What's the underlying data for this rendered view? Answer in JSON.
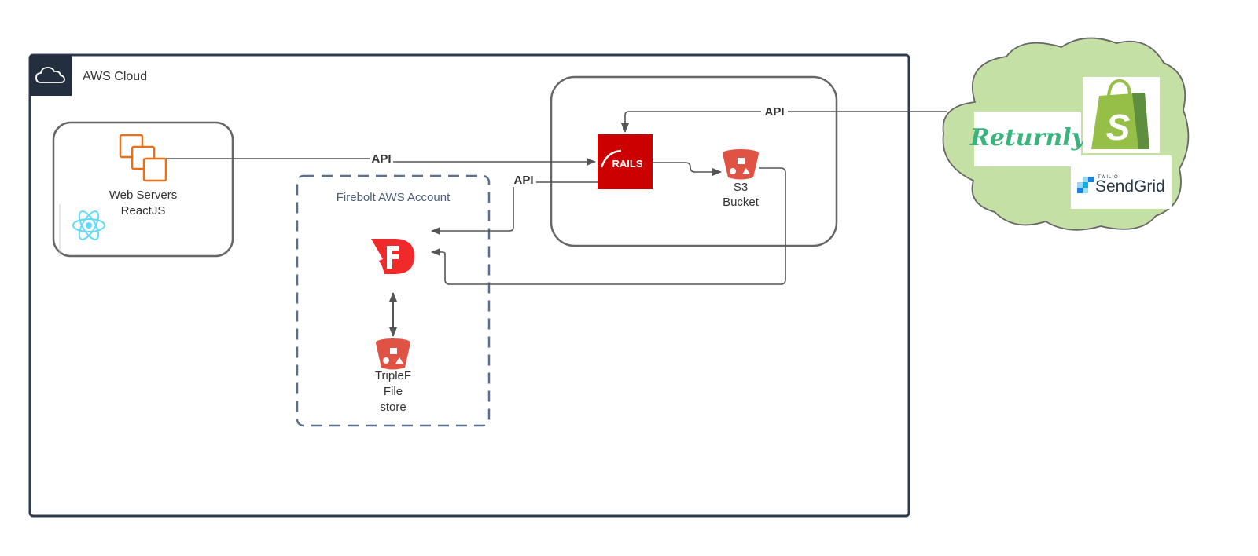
{
  "aws_cloud": {
    "label": "AWS Cloud",
    "icon": "cloud-icon"
  },
  "web_servers": {
    "label_line1": "Web Servers",
    "label_line2": "ReactJS",
    "icon": "ec2-instances-icon",
    "framework_icon": "react-icon"
  },
  "firebolt_account": {
    "label": "Firebolt AWS Account",
    "icon": "firebolt-logo-icon"
  },
  "triplef_store": {
    "label_line1": "TripleF",
    "label_line2": "File",
    "label_line3": "store",
    "icon": "s3-bucket-icon"
  },
  "rails": {
    "label": "RAILS",
    "icon": "rails-logo-icon"
  },
  "s3_bucket": {
    "label_line1": "S3",
    "label_line2": "Bucket",
    "icon": "s3-bucket-icon"
  },
  "connections": {
    "web_to_rails": "API",
    "rails_to_firebolt": "API",
    "external_to_rails": "API"
  },
  "external_services": {
    "returnly": "Returnly",
    "shopify": "S",
    "sendgrid_vendor": "TWILIO",
    "sendgrid": "SendGrid"
  },
  "colors": {
    "aws_dark": "#232f3e",
    "ec2_orange": "#e7711b",
    "rails_red": "#cc0000",
    "s3_red": "#e05243",
    "firebolt_red": "#f02a2a",
    "react_blue": "#61dafb",
    "cloud_green": "#c5e0a5",
    "shopify_green": "#95bf47",
    "returnly_green": "#3cb37d",
    "dashed_border": "#5b6e8a"
  }
}
